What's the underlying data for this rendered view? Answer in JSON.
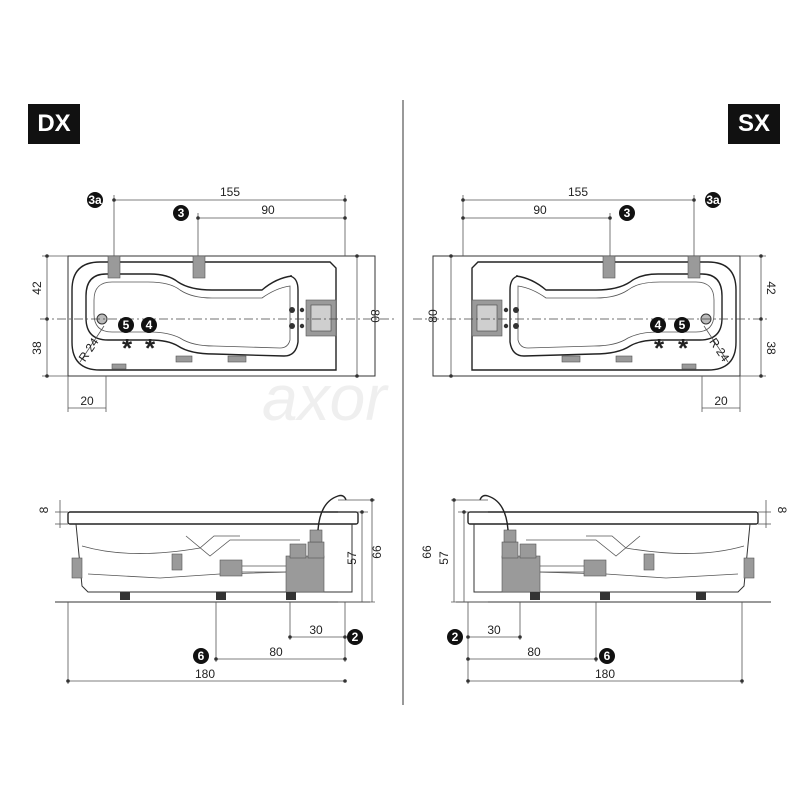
{
  "sides": {
    "dx": "DX",
    "sx": "SX"
  },
  "dx": {
    "top": {
      "width_155": "155",
      "width_90": "90",
      "height_42": "42",
      "height_38": "38",
      "height_80": "80",
      "offset_20": "20",
      "radius": "R 24",
      "callouts": [
        "3a",
        "3",
        "5",
        "4"
      ]
    },
    "side": {
      "h_8": "8",
      "h_57": "57",
      "h_66": "66",
      "w_30": "30",
      "w_80": "80",
      "w_180": "180",
      "callouts": [
        "2",
        "6"
      ]
    }
  },
  "sx": {
    "top": {
      "width_155": "155",
      "width_90": "90",
      "height_42": "42",
      "height_38": "38",
      "height_80": "80",
      "offset_20": "20",
      "radius": "R 24",
      "callouts": [
        "3a",
        "3",
        "4",
        "5"
      ]
    },
    "side": {
      "h_8": "8",
      "h_57": "57",
      "h_66": "66",
      "w_30": "30",
      "w_80": "80",
      "w_180": "180",
      "callouts": [
        "2",
        "6"
      ]
    }
  },
  "watermark": "axor",
  "colors": {
    "line": "#333333",
    "badge": "#111111",
    "fitting": "#9a9a9a"
  }
}
